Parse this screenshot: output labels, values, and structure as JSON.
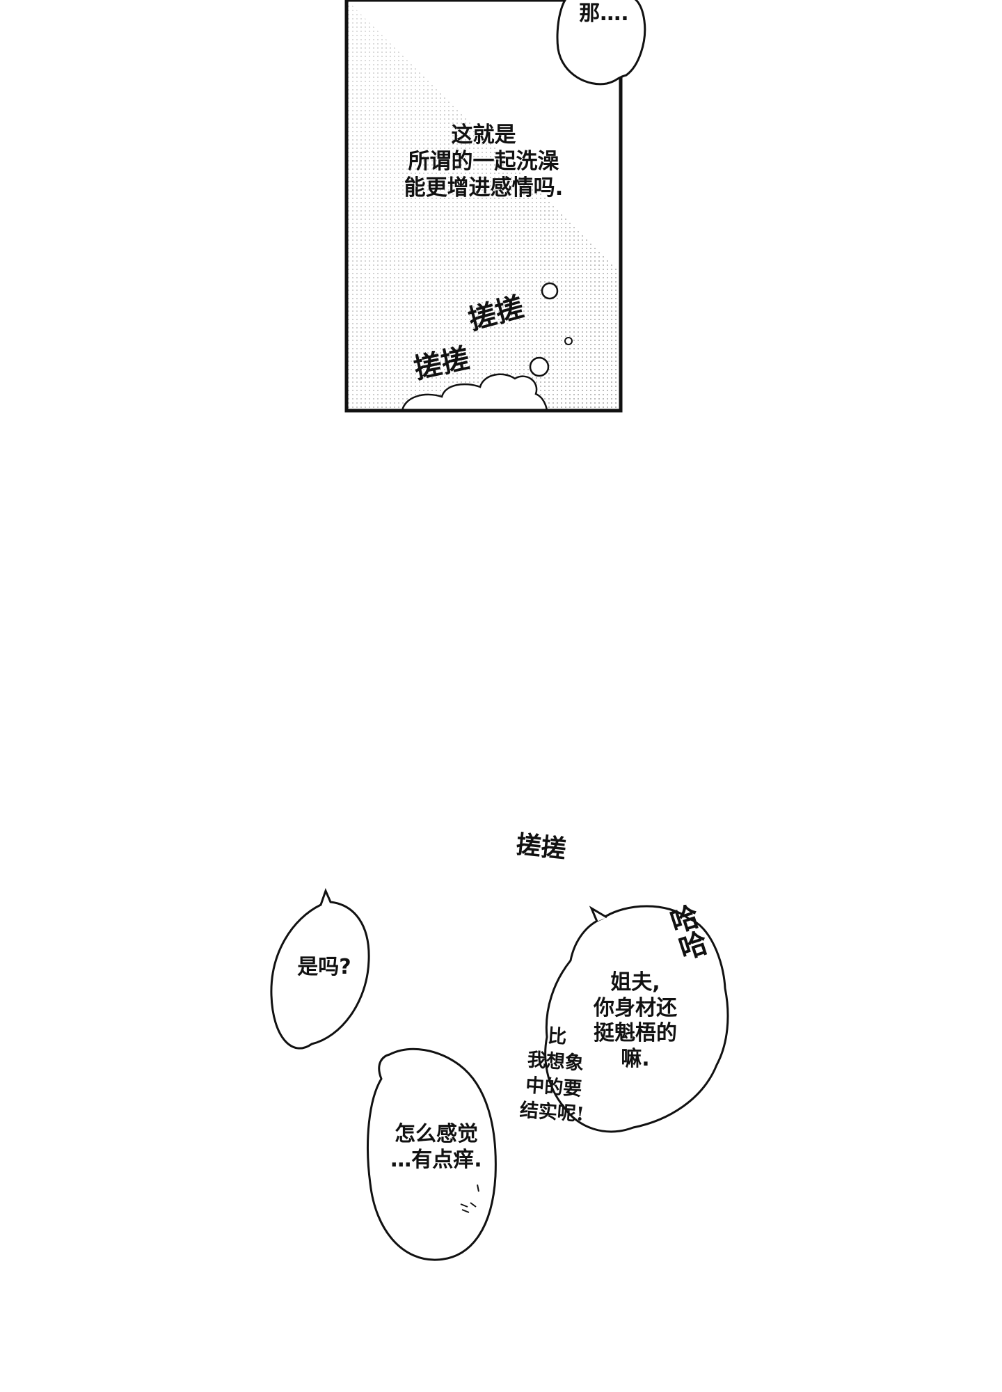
{
  "panel": {
    "narration": [
      "这就是",
      "所谓的一起洗澡",
      "能更增进感情吗."
    ],
    "top_bubble": "那….",
    "sfx_1": "搓搓",
    "sfx_2": "搓搓"
  },
  "scene": {
    "sfx_scrub": "搓搓",
    "sfx_laugh": "哈哈",
    "bubble_left_top": "是吗?",
    "bubble_right": [
      "姐夫,",
      "你身材还",
      "挺魁梧的",
      "嘛."
    ],
    "aside": [
      "比",
      "我想象",
      "中的要",
      "结实呢!"
    ],
    "bubble_left_bottom": [
      "怎么感觉",
      "…有点痒."
    ]
  }
}
